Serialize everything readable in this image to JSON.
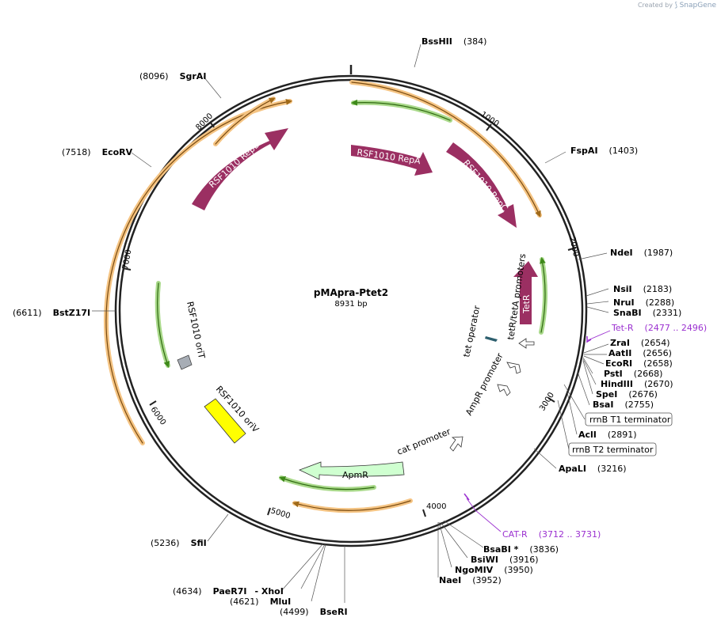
{
  "credit": {
    "prefix": "Created by",
    "brand": "SnapGene"
  },
  "plasmid": {
    "name": "pMApra-Ptet2",
    "size": "8931 bp"
  },
  "ticks": [
    "1000",
    "2000",
    "3000",
    "4000",
    "5000",
    "6000",
    "7000",
    "8000"
  ],
  "sites": {
    "bsshii": {
      "name": "BssHII",
      "pos": "(384)"
    },
    "fspai": {
      "name": "FspAI",
      "pos": "(1403)"
    },
    "ndei": {
      "name": "NdeI",
      "pos": "(1987)"
    },
    "nsii": {
      "name": "NsiI",
      "pos": "(2183)"
    },
    "nrui": {
      "name": "NruI",
      "pos": "(2288)"
    },
    "snabi": {
      "name": "SnaBI",
      "pos": "(2331)"
    },
    "tetr_primer": {
      "name": "Tet-R",
      "pos": "(2477 .. 2496)"
    },
    "zrai": {
      "name": "ZraI",
      "pos": "(2654)"
    },
    "aatii": {
      "name": "AatII",
      "pos": "(2656)"
    },
    "ecori": {
      "name": "EcoRI",
      "pos": "(2658)"
    },
    "psti": {
      "name": "PstI",
      "pos": "(2668)"
    },
    "hindiii": {
      "name": "HindIII",
      "pos": "(2670)"
    },
    "spei": {
      "name": "SpeI",
      "pos": "(2676)"
    },
    "bsai": {
      "name": "BsaI",
      "pos": "(2755)"
    },
    "rrnb_t1": {
      "name": "rrnB T1 terminator"
    },
    "acli": {
      "name": "AclI",
      "pos": "(2891)"
    },
    "rrnb_t2": {
      "name": "rrnB T2 terminator"
    },
    "apali": {
      "name": "ApaLI",
      "pos": "(3216)"
    },
    "catr_primer": {
      "name": "CAT-R",
      "pos": "(3712 .. 3731)"
    },
    "bsabi": {
      "name": "BsaBI *",
      "pos": "(3836)"
    },
    "bsiwi": {
      "name": "BsiWI",
      "pos": "(3916)"
    },
    "ngomiv": {
      "name": "NgoMIV",
      "pos": "(3950)"
    },
    "naei": {
      "name": "NaeI",
      "pos": "(3952)"
    },
    "bseri": {
      "name": "BseRI",
      "pos": "(4499)"
    },
    "mlui": {
      "name": "MluI",
      "pos": "(4621)"
    },
    "paer7i": {
      "name": "PaeR7I",
      "pos": "(4634)"
    },
    "xhoi": {
      "name": "- XhoI"
    },
    "sfii": {
      "name": "SfiI",
      "pos": "(5236)"
    },
    "bstz17i": {
      "name": "BstZ17I",
      "pos": "(6611)"
    },
    "ecorv": {
      "name": "EcoRV",
      "pos": "(7518)"
    },
    "sgrai": {
      "name": "SgrAI",
      "pos": "(8096)"
    }
  },
  "features": {
    "repb": "RSF1010 RepB",
    "repa": "RSF1010 RepA",
    "repc": "RSF1010 RepC",
    "tetr": "TetR",
    "tet_promoters": "tetR/tetA promoters",
    "tet_operator": "tet operator",
    "ampr_promoter": "AmpR promoter",
    "cat_promoter": "cat promoter",
    "apmr": "ApmR",
    "oriv": "RSF1010 oriV",
    "orit": "RSF1010 oriT"
  },
  "colors": {
    "backbone": "#222222",
    "cds": "#9b2f62",
    "orf_orange": "#f5c483",
    "orf_green": "#a9d98a",
    "resistance": "#cfffd0",
    "origin": "#ffff00",
    "primer": "#9b30d0"
  }
}
